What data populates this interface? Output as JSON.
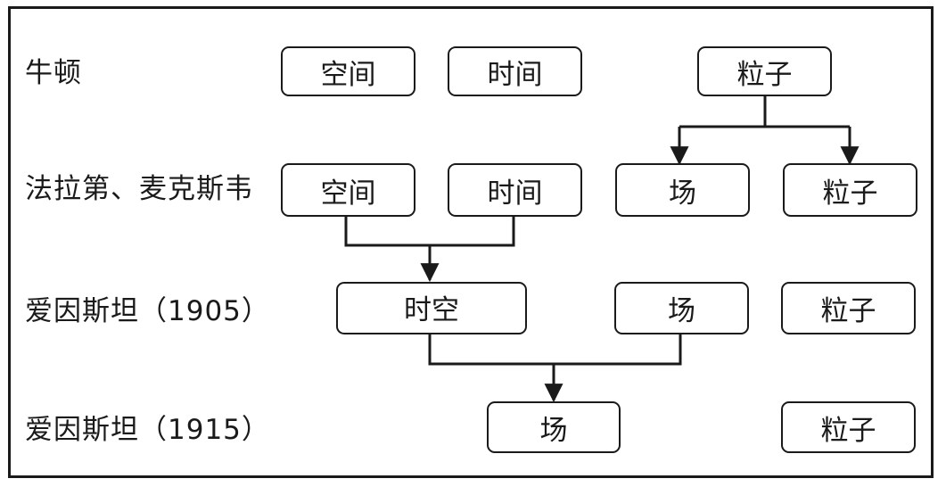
{
  "rows": {
    "newton": "牛顿",
    "faraday_maxwell": "法拉第、麦克斯韦",
    "einstein_1905": "爱因斯坦（1905）",
    "einstein_1915": "爱因斯坦（1915）"
  },
  "nodes": {
    "newton_space": "空间",
    "newton_time": "时间",
    "newton_particle": "粒子",
    "fm_space": "空间",
    "fm_time": "时间",
    "fm_field": "场",
    "fm_particle": "粒子",
    "e1905_spacetime": "时空",
    "e1905_field": "场",
    "e1905_particle": "粒子",
    "e1915_field": "场",
    "e1915_particle": "粒子"
  },
  "colors": {
    "stroke": "#1a1a1a",
    "background": "#ffffff"
  }
}
